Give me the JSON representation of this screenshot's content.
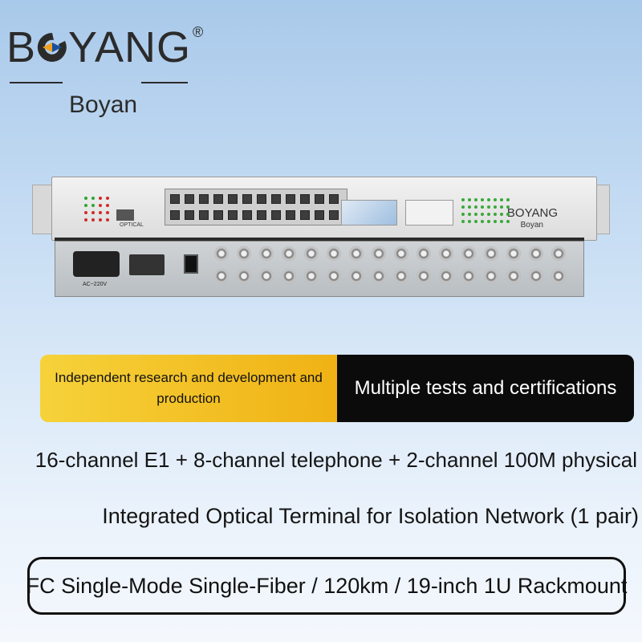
{
  "logo": {
    "wordmark_first": "B",
    "wordmark_rest": "YANG",
    "registered": "®",
    "sub": "Boyan"
  },
  "device": {
    "brand": "BOYANG",
    "brand_sub": "Boyan",
    "optical_label": "OPTICAL",
    "power_label": "AC~220V"
  },
  "banner": {
    "left_text": "Independent research and development and production",
    "right_text": "Multiple tests and certifications"
  },
  "description": {
    "line1": "16-channel E1 + 8-channel telephone + 2-channel 100M physical",
    "line2": "Integrated Optical Terminal for Isolation Network (1 pair)"
  },
  "spec": "FC Single-Mode Single-Fiber / 120km / 19-inch 1U Rackmount",
  "colors": {
    "accent_yellow": "#f2c320",
    "banner_dark": "#0b0b0b",
    "logo_orange": "#f0a020",
    "logo_blue": "#1a4fa0"
  }
}
